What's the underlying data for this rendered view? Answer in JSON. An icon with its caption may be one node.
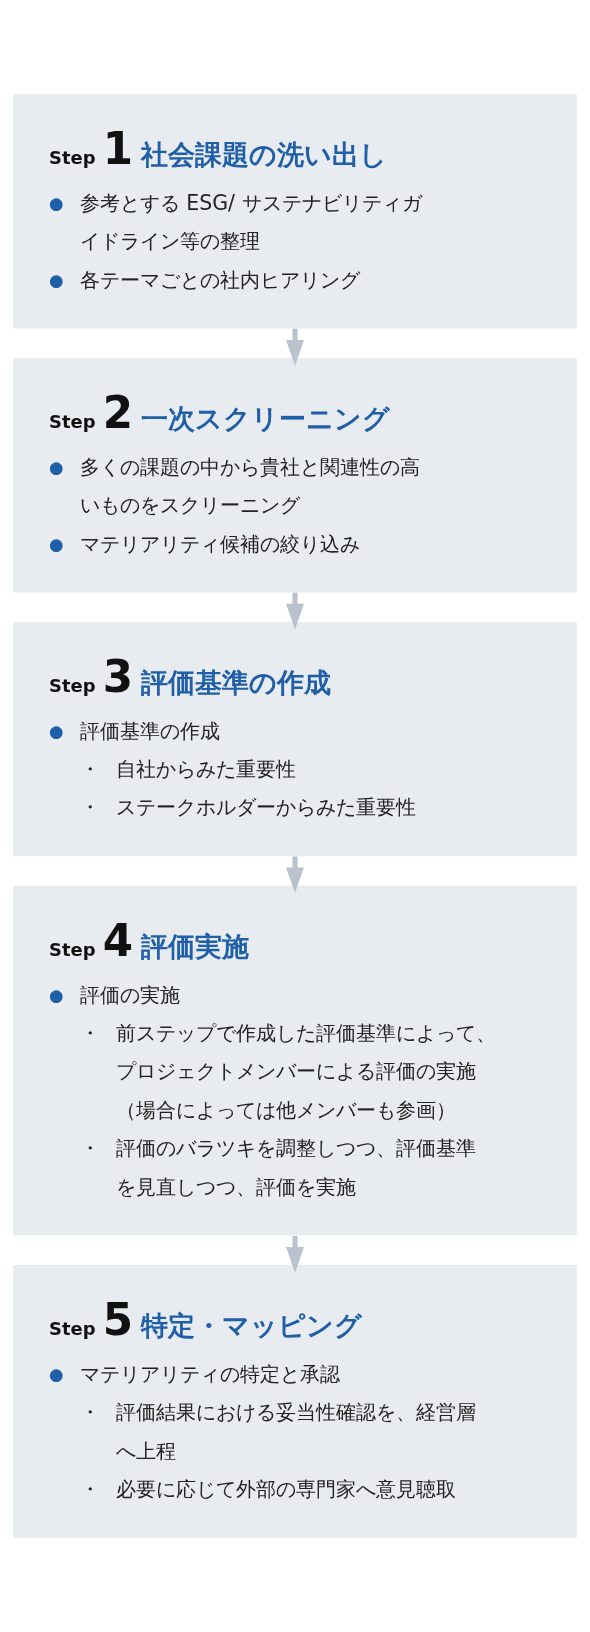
{
  "diagram": {
    "nodes": [
      {
        "text": [
          "Step",
          "1",
          "社会課題の洗い出し",
          "●参考とする ESG/ サステナビリティガイドライン等の整理",
          "●各テーマごとの社内ヒアリング"
        ]
      },
      {
        "text": [
          "Step",
          "2",
          "一次スクリーニング",
          "●多くの課題の中から貴社と関連性の高いものをスクリーニング",
          "●マテリアリティ候補の絞り込み"
        ]
      },
      {
        "text": [
          "Step",
          "3",
          "評価基準の作成",
          "●評価基準の作成",
          "・自社からみた重要性",
          "・ステークホルダーからみた重要性"
        ]
      },
      {
        "text": [
          "Step",
          "4",
          "評価実施",
          "●評価の実施",
          "・前ステップで作成した評価基準によって、プロジェクトメンバーによる評価の実施（場合によっては他メンバーも参画）",
          "・評価のバラツキを調整しつつ、評価基準を見直しつつ、評価を実施"
        ]
      },
      {
        "text": [
          "Step",
          "5",
          "特定・マッピング",
          "●マテリアリティの特定と承認",
          "・評価結果における妥当性確認を、経営層へ上程",
          "・必要に応じて外部の専門家へ意見聴取"
        ]
      }
    ],
    "edges": [
      {
        "from": 0,
        "to": 1,
        "arrow": "to"
      },
      {
        "from": 1,
        "to": 2,
        "arrow": "to"
      },
      {
        "from": 2,
        "to": 3,
        "arrow": "to"
      },
      {
        "from": 3,
        "to": 4,
        "arrow": "to"
      }
    ]
  }
}
